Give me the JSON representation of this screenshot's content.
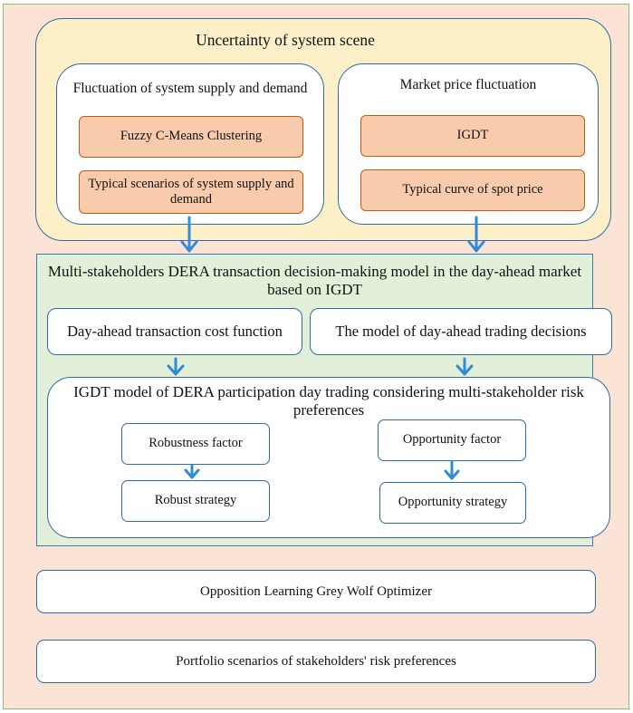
{
  "section1": {
    "title": "Uncertainty of system scene",
    "left_panel": {
      "title": "Fluctuation of system supply and demand",
      "box1": "Fuzzy C-Means Clustering",
      "box2": "Typical scenarios of system supply and demand"
    },
    "right_panel": {
      "title": "Market price fluctuation",
      "box1": "IGDT",
      "box2": "Typical curve of spot price"
    }
  },
  "section2": {
    "title": "Multi-stakeholders DERA transaction decision-making model in the day-ahead market based on IGDT",
    "box_left": "Day-ahead transaction cost function",
    "box_right": "The model of day-ahead trading decisions",
    "igdt_panel": {
      "title": "IGDT model of DERA participation day trading considering multi-stakeholder risk preferences",
      "robustness_factor": "Robustness factor",
      "robust_strategy": "Robust strategy",
      "opportunity_factor": "Opportunity factor",
      "opportunity_strategy": "Opportunity strategy"
    }
  },
  "optimizer": "Opposition Learning Grey Wolf Optimizer",
  "portfolio": "Portfolio scenarios of stakeholders' risk preferences",
  "colors": {
    "outer_fill": "#fbe4d5",
    "section1_fill": "#fdf0c8",
    "section2_fill": "#e2f0d9",
    "orange_box_fill": "#f8cbad",
    "border_blue": "#2e6da4",
    "arrow_blue": "#2e8bd8"
  }
}
